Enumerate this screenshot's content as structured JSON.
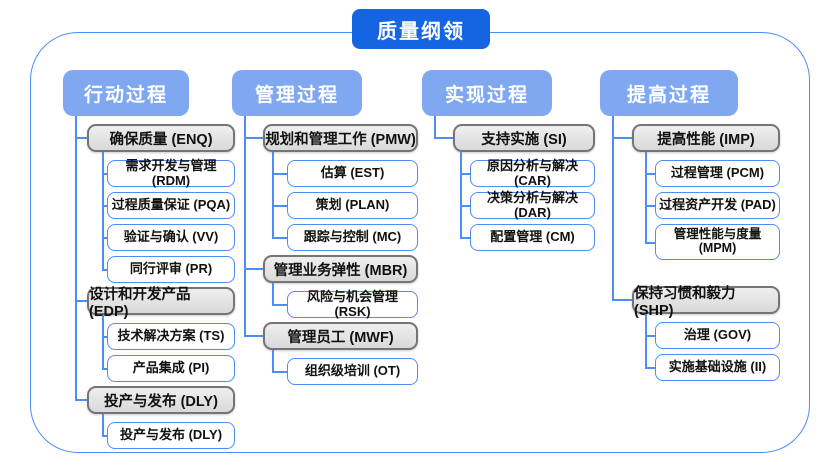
{
  "title": "质量纲领",
  "colors": {
    "title_bg": "#1565E2",
    "header_bg": "#7FA8F1",
    "line": "#4C8DF6",
    "node_border": "#4C8DF6",
    "frame_border": "#4C8DF6",
    "group_fill": "#D9D9D9",
    "group_border": "#757575",
    "text": "#111111"
  },
  "columns": [
    {
      "header": "行动过程",
      "groups": [
        {
          "label": "确保质量 (ENQ)",
          "items": [
            "需求开发与管理 (RDM)",
            "过程质量保证 (PQA)",
            "验证与确认 (VV)",
            "同行评审 (PR)"
          ]
        },
        {
          "label": "设计和开发产品 (EDP)",
          "items": [
            "技术解决方案 (TS)",
            "产品集成 (PI)"
          ]
        },
        {
          "label": "投产与发布 (DLY)",
          "items": [
            "投产与发布 (DLY)"
          ]
        }
      ]
    },
    {
      "header": "管理过程",
      "groups": [
        {
          "label": "规划和管理工作 (PMW)",
          "items": [
            "估算 (EST)",
            "策划 (PLAN)",
            "跟踪与控制 (MC)"
          ]
        },
        {
          "label": "管理业务弹性 (MBR)",
          "items": [
            "风险与机会管理 (RSK)"
          ]
        },
        {
          "label": "管理员工 (MWF)",
          "items": [
            "组织级培训 (OT)"
          ]
        }
      ]
    },
    {
      "header": "实现过程",
      "groups": [
        {
          "label": "支持实施 (SI)",
          "items": [
            "原因分析与解决 (CAR)",
            "决策分析与解决 (DAR)",
            "配置管理 (CM)"
          ]
        }
      ]
    },
    {
      "header": "提高过程",
      "groups": [
        {
          "label": "提高性能 (IMP)",
          "items": [
            "过程管理 (PCM)",
            "过程资产开发 (PAD)",
            "管理性能与度量 (MPM)"
          ]
        },
        {
          "label": "保持习惯和毅力 (SHP)",
          "items": [
            "治理 (GOV)",
            "实施基础设施 (II)"
          ]
        }
      ]
    }
  ]
}
